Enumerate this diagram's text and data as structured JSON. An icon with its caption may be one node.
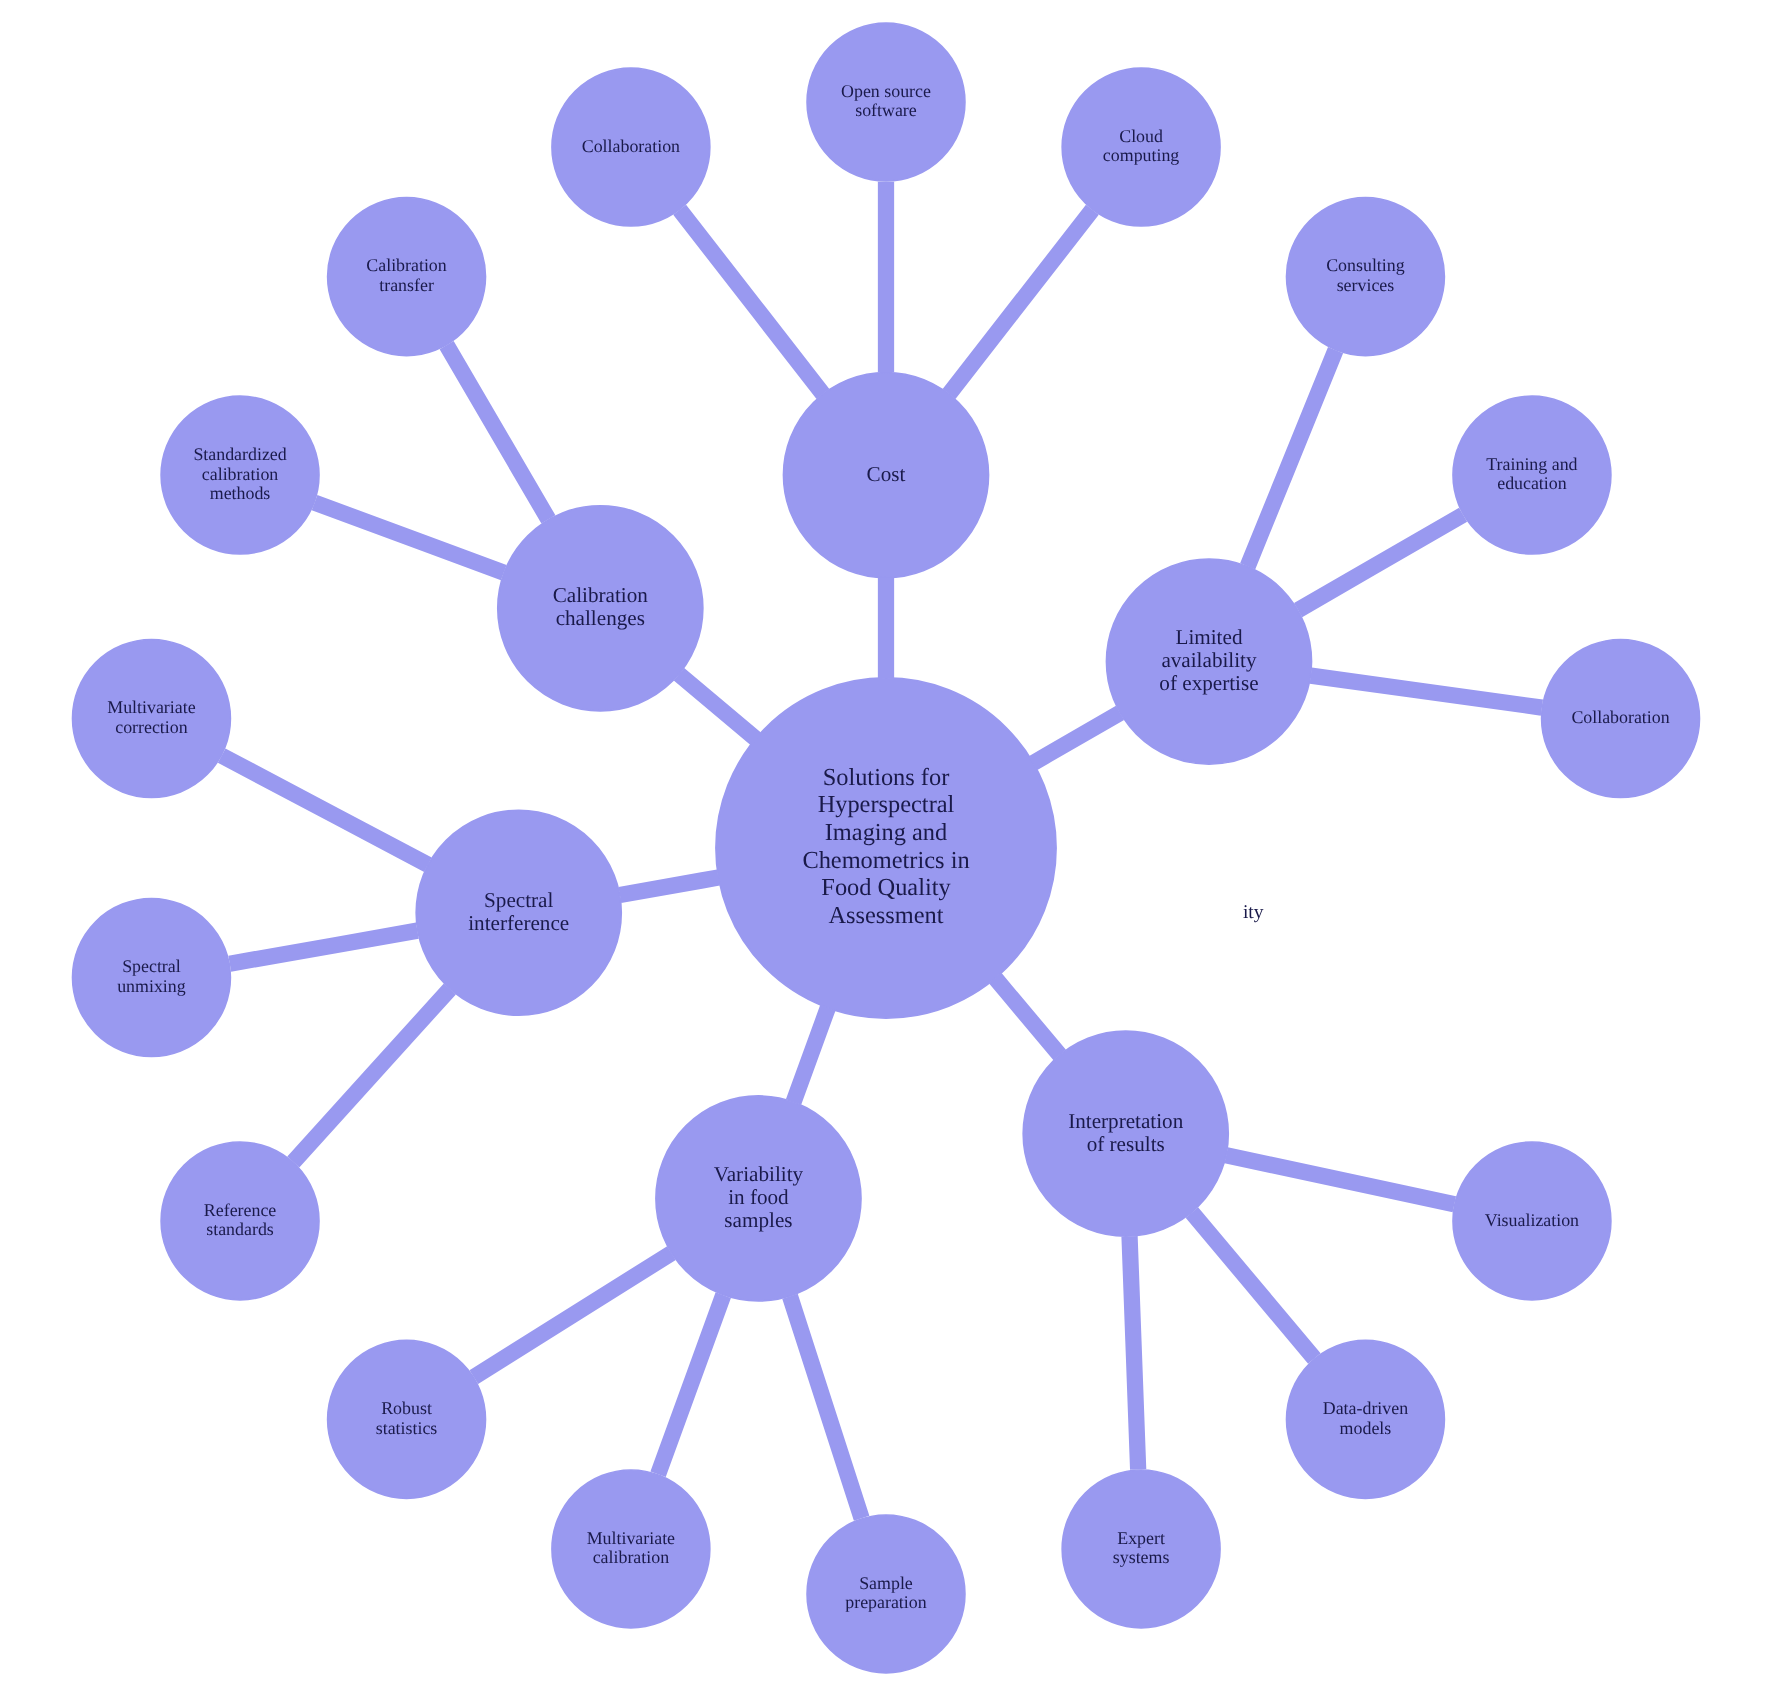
{
  "diagram": {
    "nodes": [
      {
        "text": [
          "Solutions for Hyperspectral Imaging and Chemometrics in Food Quality Assessment"
        ]
      },
      {
        "text": [
          "Limited availability of expertise"
        ]
      },
      {
        "text": [
          "Collaboration"
        ]
      },
      {
        "text": [
          "Training and education"
        ]
      },
      {
        "text": [
          "Consulting services"
        ]
      },
      {
        "text": [
          "Cost"
        ]
      },
      {
        "text": [
          "Cloud computing"
        ]
      },
      {
        "text": [
          "Open source software"
        ]
      },
      {
        "text": [
          "Collaboration"
        ]
      },
      {
        "text": [
          "Calibration challenges"
        ]
      },
      {
        "text": [
          "Calibration transfer"
        ]
      },
      {
        "text": [
          "Standardized calibration methods"
        ]
      },
      {
        "text": [
          "Spectral interference"
        ]
      },
      {
        "text": [
          "Multivariate correction"
        ]
      },
      {
        "text": [
          "Spectral unmixing"
        ]
      },
      {
        "text": [
          "Reference standards"
        ]
      },
      {
        "text": [
          "Variability in food samples"
        ]
      },
      {
        "text": [
          "Robust statistics"
        ]
      },
      {
        "text": [
          "Multivariate calibration"
        ]
      },
      {
        "text": [
          "Sample preparation"
        ]
      },
      {
        "text": [
          "Interpretation of results"
        ]
      },
      {
        "text": [
          "Expert systems"
        ]
      },
      {
        "text": [
          "Data-driven models"
        ]
      },
      {
        "text": [
          "Visualization"
        ]
      }
    ],
    "edges": [
      {
        "from": 0,
        "to": 1,
        "arrow": "none"
      },
      {
        "from": 1,
        "to": 2,
        "arrow": "none"
      },
      {
        "from": 1,
        "to": 3,
        "arrow": "none"
      },
      {
        "from": 1,
        "to": 4,
        "arrow": "none"
      },
      {
        "from": 0,
        "to": 5,
        "arrow": "none"
      },
      {
        "from": 5,
        "to": 6,
        "arrow": "none"
      },
      {
        "from": 5,
        "to": 7,
        "arrow": "none"
      },
      {
        "from": 5,
        "to": 8,
        "arrow": "none"
      },
      {
        "from": 0,
        "to": 9,
        "arrow": "none"
      },
      {
        "from": 9,
        "to": 10,
        "arrow": "none"
      },
      {
        "from": 9,
        "to": 11,
        "arrow": "none"
      },
      {
        "from": 0,
        "to": 12,
        "arrow": "none"
      },
      {
        "from": 12,
        "to": 13,
        "arrow": "none"
      },
      {
        "from": 12,
        "to": 14,
        "arrow": "none"
      },
      {
        "from": 12,
        "to": 15,
        "arrow": "none"
      },
      {
        "from": 0,
        "to": 16,
        "arrow": "none"
      },
      {
        "from": 16,
        "to": 17,
        "arrow": "none"
      },
      {
        "from": 16,
        "to": 18,
        "arrow": "none"
      },
      {
        "from": 16,
        "to": 19,
        "arrow": "none"
      },
      {
        "from": 0,
        "to": 20,
        "arrow": "none"
      },
      {
        "from": 20,
        "to": 21,
        "arrow": "none"
      },
      {
        "from": 20,
        "to": 22,
        "arrow": "none"
      },
      {
        "from": 20,
        "to": 23,
        "arrow": "none"
      }
    ],
    "labels": [
      "ity"
    ]
  }
}
